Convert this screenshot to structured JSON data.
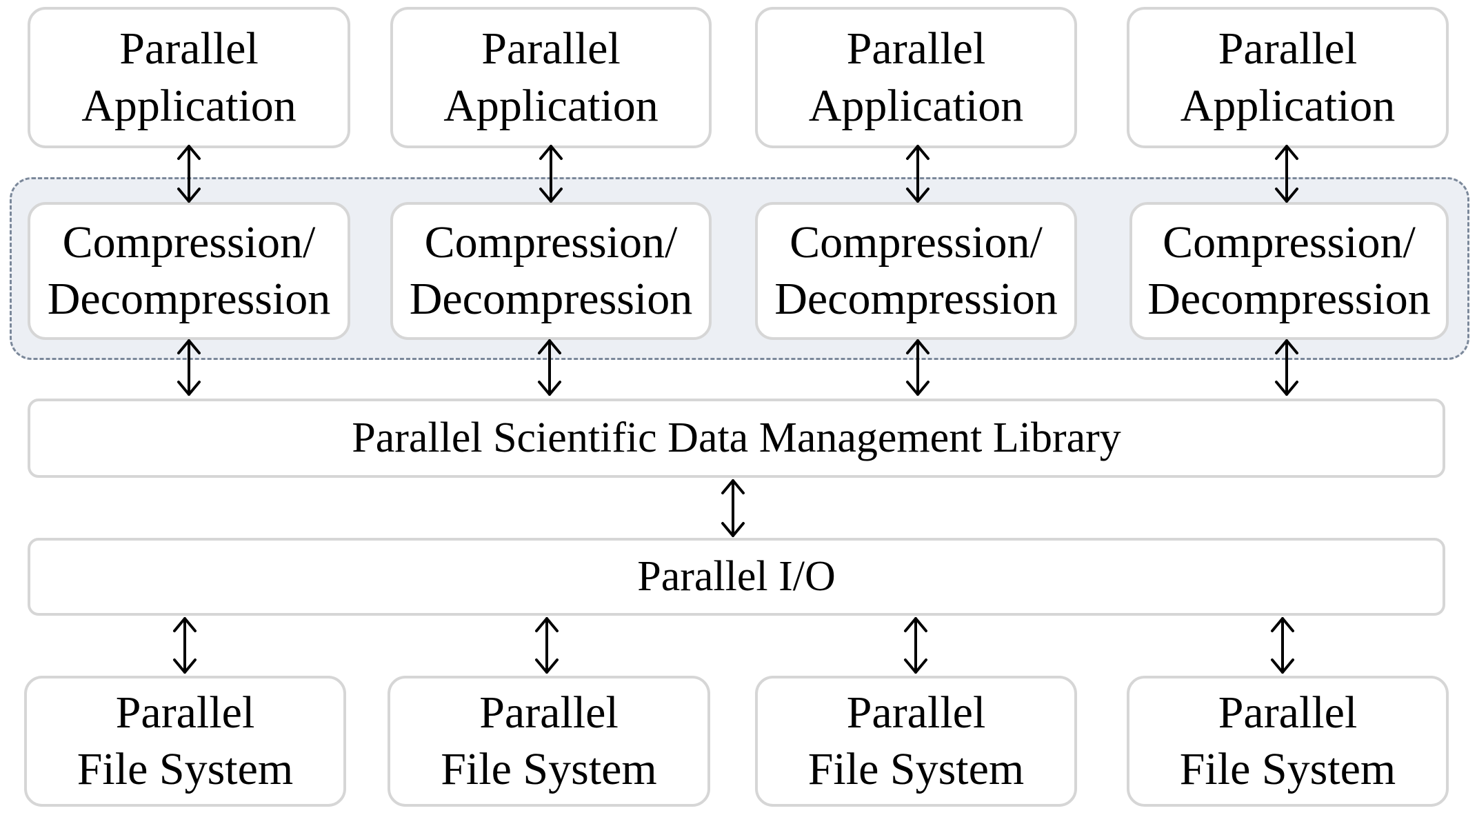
{
  "top_row": [
    {
      "line1": "Parallel",
      "line2": "Application"
    },
    {
      "line1": "Parallel",
      "line2": "Application"
    },
    {
      "line1": "Parallel",
      "line2": "Application"
    },
    {
      "line1": "Parallel",
      "line2": "Application"
    }
  ],
  "middle_row": [
    {
      "line1": "Compression/",
      "line2": "Decompression"
    },
    {
      "line1": "Compression/",
      "line2": "Decompression"
    },
    {
      "line1": "Compression/",
      "line2": "Decompression"
    },
    {
      "line1": "Compression/",
      "line2": "Decompression"
    }
  ],
  "library": {
    "label": "Parallel Scientific Data Management Library"
  },
  "parallel_io": {
    "label": "Parallel I/O"
  },
  "bottom_row": [
    {
      "line1": "Parallel",
      "line2": "File System"
    },
    {
      "line1": "Parallel",
      "line2": "File System"
    },
    {
      "line1": "Parallel",
      "line2": "File System"
    },
    {
      "line1": "Parallel",
      "line2": "File System"
    }
  ],
  "colors": {
    "box_border": "#d6d6d6",
    "group_fill": "#eceff4",
    "group_border": "#7b889a",
    "arrow": "#000000"
  }
}
